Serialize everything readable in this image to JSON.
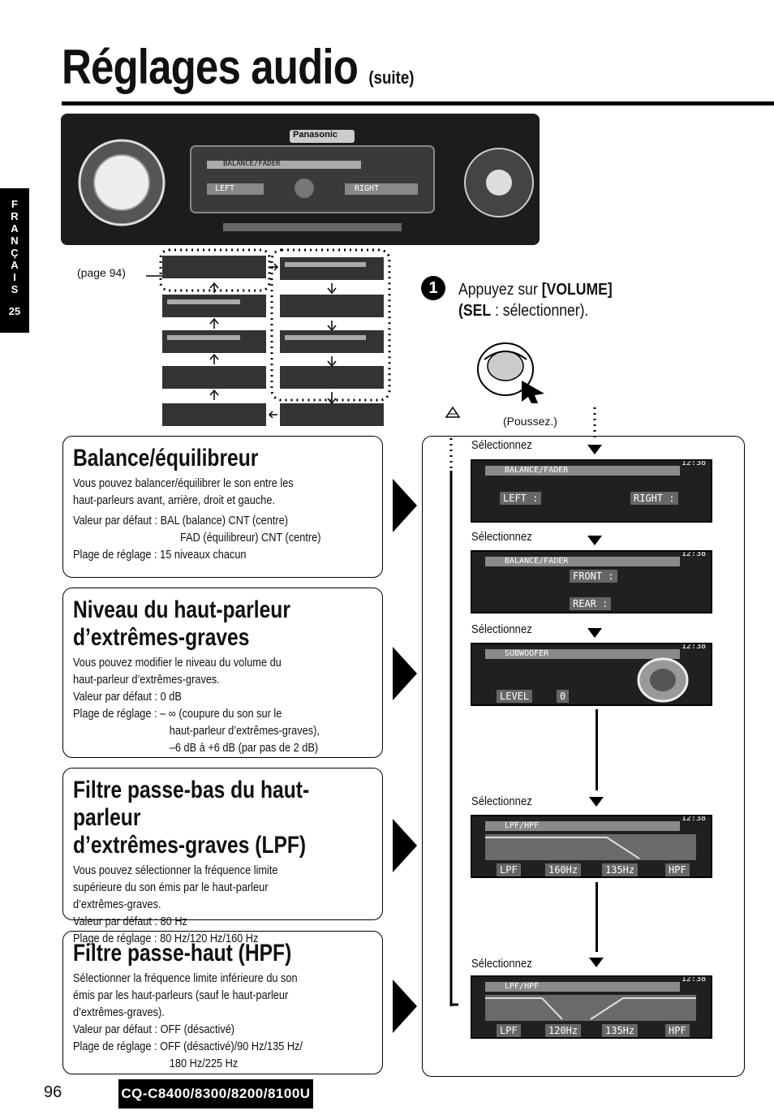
{
  "header": {
    "title": "Réglages audio",
    "suffix": "(suite)"
  },
  "language_tab": {
    "letters": [
      "F",
      "R",
      "A",
      "N",
      "Ç",
      "A",
      "I",
      "S"
    ],
    "number": "25"
  },
  "device": {
    "brand": "Panasonic",
    "lcd_header": "BALANCE/FADER",
    "left_label": "LEFT",
    "right_label": "RIGHT"
  },
  "page_ref": "(page 94)",
  "step": {
    "number": "1",
    "line1_prefix": "Appuyez sur ",
    "line1_key": "[VOLUME]",
    "line2_key": "(SEL",
    "line2_rest": " : sélectionner).",
    "push": "(Poussez.)"
  },
  "sections": [
    {
      "title": "Balance/équilibreur",
      "lines": [
        "Vous pouvez balancer/équilibrer le son entre les",
        "haut-parleurs avant, arrière, droit et gauche."
      ],
      "default_line1": "Valeur par défaut : BAL (balance) CNT (centre)",
      "default_line2": "FAD (équilibreur) CNT (centre)",
      "range": "Plage de réglage : 15 niveaux chacun"
    },
    {
      "title_line1": "Niveau du haut-parleur",
      "title_line2": "d’extrêmes-graves",
      "lines": [
        "Vous pouvez modifier le niveau du volume du",
        "haut-parleur d’extrêmes-graves."
      ],
      "default": "Valeur par défaut : 0 dB",
      "range_line1": "Plage de réglage : – ∞ (coupure du son sur le",
      "range_line2": "haut-parleur d’extrêmes-graves),",
      "range_line3": "–6 dB à +6 dB (par pas de 2 dB)"
    },
    {
      "title_line1": "Filtre passe-bas du haut-parleur",
      "title_line2": "d’extrêmes-graves (LPF)",
      "lines": [
        "Vous pouvez sélectionner la fréquence limite",
        "supérieure du son émis par le haut-parleur",
        "d’extrêmes-graves."
      ],
      "default": "Valeur par défaut : 80 Hz",
      "range": "Plage de réglage : 80 Hz/120 Hz/160 Hz"
    },
    {
      "title": "Filtre passe-haut (HPF)",
      "lines": [
        "Sélectionner la fréquence limite inférieure du son",
        "émis par les haut-parleurs (sauf le haut-parleur",
        "d’extrêmes-graves)."
      ],
      "default": "Valeur par défaut : OFF (désactivé)",
      "range_line1": "Plage de réglage : OFF (désactivé)/90 Hz/135 Hz/",
      "range_line2": "180 Hz/225 Hz"
    }
  ],
  "selection_label": "Sélectionnez",
  "displays": [
    {
      "header": "BALANCE/FADER",
      "a": "LEFT :",
      "b": "RIGHT :"
    },
    {
      "header": "BALANCE/FADER",
      "a": "FRONT :",
      "b": "REAR :"
    },
    {
      "header": "SUBWOOFER",
      "a": "LEVEL",
      "b": "0"
    },
    {
      "header": "LPF/HPF",
      "a": "LPF",
      "b": "160Hz",
      "c": "135Hz",
      "d": "HPF"
    },
    {
      "header": "LPF/HPF",
      "a": "LPF",
      "b": "120Hz",
      "c": "135Hz",
      "d": "HPF"
    }
  ],
  "clock": "12:38",
  "footer": {
    "page_number": "96",
    "model": "CQ-C8400/8300/8200/8100U"
  },
  "colors": {
    "ink": "#000000",
    "lcd": "#202020"
  }
}
